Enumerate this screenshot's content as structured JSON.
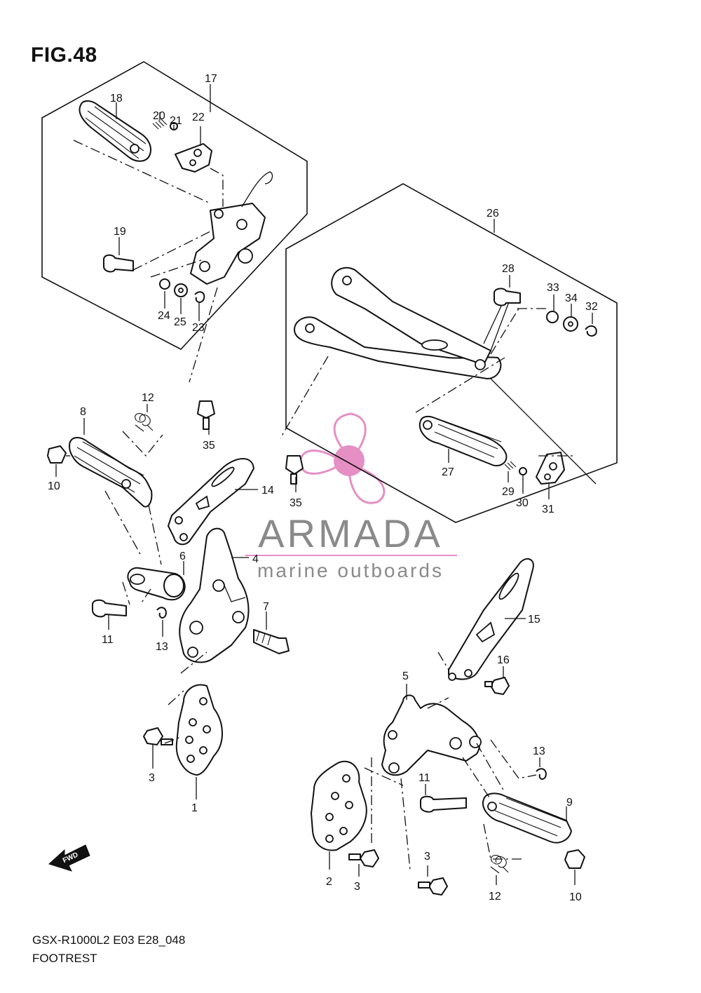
{
  "figure": {
    "title": "FIG.48",
    "model_code": "GSX-R1000L2 E03 E28_048",
    "section": "FOOTREST"
  },
  "watermark": {
    "brand": "ARMADA",
    "tagline": "marine outboards",
    "accent_color": "#e58fc4",
    "text_color": "#8a8a8a"
  },
  "fwd_badge": "FWD",
  "callouts": {
    "n17": "17",
    "n18": "18",
    "n19": "19",
    "n20": "20",
    "n21": "21",
    "n22": "22",
    "n23": "23",
    "n24": "24",
    "n25": "25",
    "n26": "26",
    "n27": "27",
    "n28": "28",
    "n29": "29",
    "n30": "30",
    "n31": "31",
    "n32": "32",
    "n33": "33",
    "n34": "34",
    "n35a": "35",
    "n35b": "35",
    "n8": "8",
    "n10a": "10",
    "n12a": "12",
    "n14": "14",
    "n6": "6",
    "n4": "4",
    "n7": "7",
    "n11a": "11",
    "n13a": "13",
    "n3a": "3",
    "n1": "1",
    "n15": "15",
    "n16": "16",
    "n5": "5",
    "n13b": "13",
    "n11b": "11",
    "n9": "9",
    "n2": "2",
    "n3b": "3",
    "n3c": "3",
    "n12b": "12",
    "n10b": "10"
  }
}
